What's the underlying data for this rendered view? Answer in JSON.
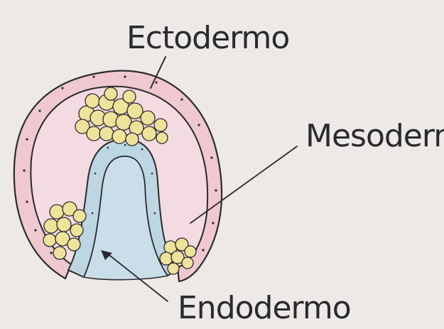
{
  "labels": {
    "ectoderm": "Ectodermo",
    "mesoderm": "Mesodermo",
    "endoderm": "Endodermo"
  },
  "colors": {
    "paper": "#f3efec",
    "ectoderm_fill": "#efc9cf",
    "mesoderm_fill": "#f3dbe1",
    "endoderm_fill": "#bcd6e2",
    "archenteron_fill": "#c9dee9",
    "cell_fill": "#efe39b",
    "ink": "#2a2a2e"
  }
}
